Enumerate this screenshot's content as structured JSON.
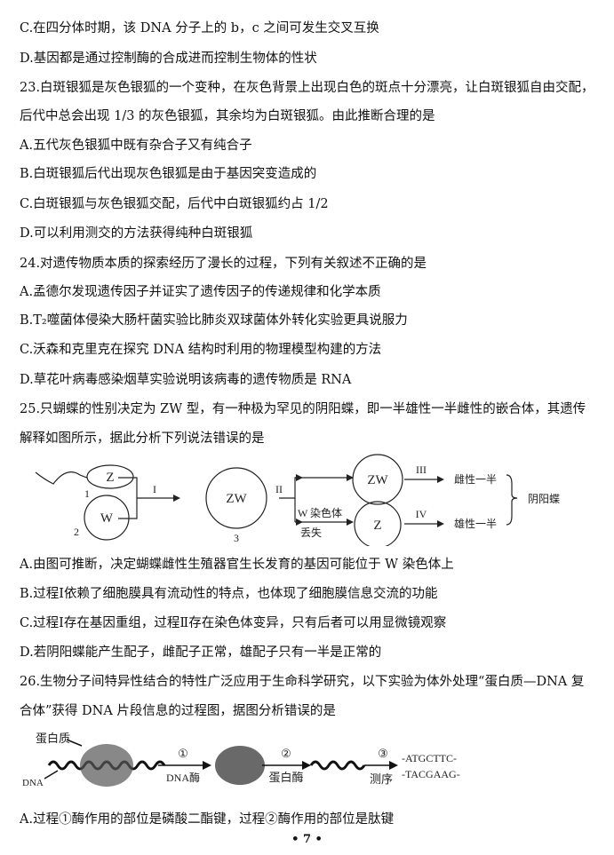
{
  "lines": [
    "C.在四分体时期，该 DNA 分子上的 b，c 之间可发生交叉互换",
    "D.基因都是通过控制酶的合成进而控制生物体的性状",
    "23.白斑银狐是灰色银狐的一个变种，在灰色背景上出现白色的斑点十分漂亮，让白斑银狐自由交配，",
    "后代中总会出现 1/3 的灰色银狐，其余均为白斑银狐。由此推断合理的是",
    "A.五代灰色银狐中既有杂合子又有纯合子",
    "B.白斑银狐后代出现灰色银狐是由于基因突变造成的",
    "C.白斑银狐与灰色银狐交配，后代中白斑银狐约占 1/2",
    "D.可以利用测交的方法获得纯种白斑银狐",
    "24.对遗传物质本质的探索经历了漫长的过程，下列有关叙述不正确的是",
    "A.孟德尔发现遗传因子并证实了遗传因子的传递规律和化学本质",
    "B.T₂噬菌体侵染大肠杆菌实验比肺炎双球菌体外转化实验更具说服力",
    "C.沃森和克里克在探究 DNA 结构时利用的物理模型构建的方法",
    "D.草花叶病毒感染烟草实验说明该病毒的遗传物质是 RNA",
    "25.只蝴蝶的性别决定为 ZW 型，有一种极为罕见的阴阳蝶，即一半雄性一半雌性的嵌合体，其遗传",
    "解释如图所示，据此分析下列说法错误的是"
  ],
  "lines2": [
    "A.由图可推断，决定蝴蝶雌性生殖器官生长发育的基因可能位于 W 染色体上",
    "B.过程Ⅰ依赖了细胞膜具有流动性的特点，也体现了细胞膜信息交流的功能",
    "C.过程Ⅰ存在基因重组，过程Ⅱ存在染色体变异，只有后者可以用显微镜观察",
    "D.若阴阳蝶能产生配子，雌配子正常，雄配子只有一半是正常的",
    "26.生物分子间特异性结合的特性广泛应用于生命科学研究，以下实验为体外处理“蛋白质—DNA 复",
    "合体”获得 DNA 片段信息的过程图，据图分析错误的是"
  ],
  "lines3": [
    "A.过程①酶作用的部位是磷酸二酯键，过程②酶作用的部位是肽键"
  ],
  "fig1": {
    "z": "Z",
    "w": "W",
    "zw": "ZW",
    "n1": "1",
    "n2": "2",
    "n3": "3",
    "p1": "I",
    "p2": "II",
    "p3": "III",
    "p4": "IV",
    "loss1": "W 染色体",
    "loss2": "丢失",
    "male": "雄性一半",
    "female": "雌性一半",
    "result": "阴阳蝶"
  },
  "fig2": {
    "protein": "蛋白质",
    "dna": "DNA",
    "s1": "①",
    "s2": "②",
    "s3": "③",
    "e1": "DNA酶",
    "e2": "蛋白酶",
    "e3": "测序",
    "seq1": "-ATGCTTC-",
    "seq2": "-TACGAAG-"
  },
  "page": "• 7 •"
}
